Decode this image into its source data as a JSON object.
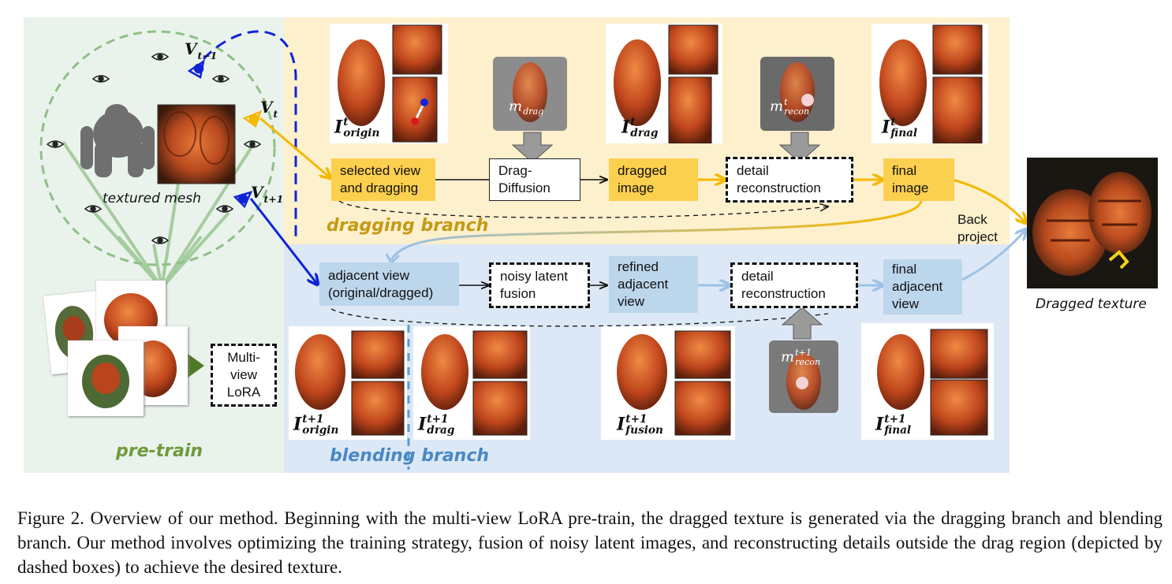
{
  "figure": {
    "branches": {
      "pretrain": "pre-train",
      "dragging": "dragging branch",
      "blending": "blending branch"
    },
    "colors": {
      "pretrain_bg": "#e9f3ec",
      "dragging_bg": "#fdf0cd",
      "blending_bg": "#dce8f5",
      "yellow_box": "#fcd04f",
      "blue_box": "#bcd6ec",
      "pretrain_label": "#6f9a3c",
      "dragging_label": "#c49a14",
      "blending_label": "#4a88c4",
      "yellow_arrow": "#f5b800",
      "blue_arrow": "#9cc2e6",
      "camera_blue": "#1024d6",
      "mesh_green": "#7eb07a",
      "big_arrow_green": "#4f7a2a"
    },
    "labels": {
      "textured_mesh": "textured mesh",
      "back_project": "Back\nproject",
      "dragged_texture": "Dragged texture"
    },
    "dragging_boxes": {
      "selected_view": "selected view\nand dragging",
      "drag_diffusion": "Drag-\nDiffusion",
      "dragged_image": "dragged\nimage",
      "detail_reconstruction": "detail\nreconstruction",
      "final_image": "final\nimage"
    },
    "blending_boxes": {
      "adjacent_view": "adjacent view\n(original/dragged)",
      "noisy_latent": "noisy latent\nfusion",
      "refined_adjacent": "refined\nadjacent\nview",
      "detail_reconstruction": "detail\nreconstruction",
      "final_adjacent": "final\nadjacent\nview"
    },
    "pretrain_box": "Multi-\nview\nLoRA",
    "math_labels": {
      "v_t_minus_1": {
        "base": "V",
        "sub": "t−1"
      },
      "v_t": {
        "base": "V",
        "sub": "t"
      },
      "v_t_plus_1": {
        "base": "V",
        "sub": "t+1"
      },
      "i_origin_t": {
        "base": "I",
        "sup": "t",
        "sub": "origin"
      },
      "i_drag_t": {
        "base": "I",
        "sup": "t",
        "sub": "drag"
      },
      "i_final_t": {
        "base": "I",
        "sup": "t",
        "sub": "final"
      },
      "i_origin_t1": {
        "base": "I",
        "sup": "t+1",
        "sub": "origin"
      },
      "i_drag_t1": {
        "base": "I",
        "sup": "t+1",
        "sub": "drag"
      },
      "i_fusion_t1": {
        "base": "I",
        "sup": "t+1",
        "sub": "fusion"
      },
      "i_final_t1": {
        "base": "I",
        "sup": "t+1",
        "sub": "final"
      },
      "m_drag": {
        "base": "m",
        "sub": "drag"
      },
      "m_recon_t": {
        "base": "m",
        "sup": "t",
        "sub": "recon"
      },
      "m_recon_t1": {
        "base": "m",
        "sup": "t+1",
        "sub": "recon"
      }
    }
  },
  "caption": "Figure 2. Overview of our method. Beginning with the multi-view LoRA pre-train, the dragged texture is generated via the dragging branch and blending branch. Our method involves optimizing the training strategy, fusion of noisy latent images, and reconstructing details outside the drag region (depicted by dashed boxes) to achieve the desired texture."
}
